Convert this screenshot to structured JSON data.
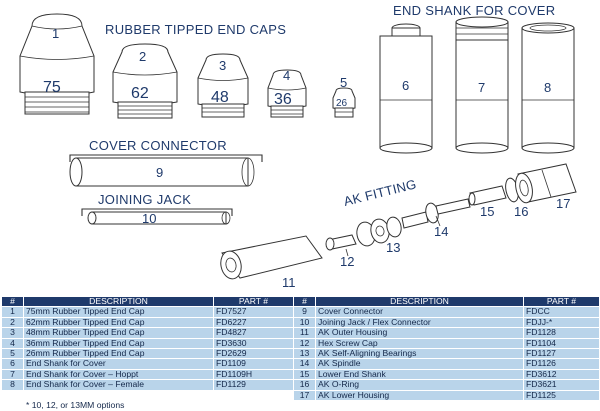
{
  "diagram": {
    "sections": {
      "end_caps": "RUBBER TIPPED END CAPS",
      "end_shank": "END SHANK FOR COVER",
      "cover_connector": "COVER CONNECTOR",
      "joining_jack": "JOINING JACK",
      "ak_fitting": "AK FITTING"
    },
    "callouts": {
      "p1": "1",
      "p2": "2",
      "p3": "3",
      "p4": "4",
      "p5": "5",
      "p6": "6",
      "p7": "7",
      "p8": "8",
      "p9": "9",
      "p10": "10",
      "p11": "11",
      "p12": "12",
      "p13": "13",
      "p14": "14",
      "p15": "15",
      "p16": "16",
      "p17": "17"
    },
    "cap_sizes": {
      "c75": "75",
      "c62": "62",
      "c48": "48",
      "c36": "36",
      "c26": "26"
    }
  },
  "table": {
    "headers": {
      "num": "#",
      "description": "DESCRIPTION",
      "part": "PART #"
    },
    "left_rows": [
      {
        "num": "1",
        "description": "75mm Rubber Tipped End Cap",
        "part": "FD7527"
      },
      {
        "num": "2",
        "description": "62mm Rubber Tipped End Cap",
        "part": "FD6227"
      },
      {
        "num": "3",
        "description": "48mm Rubber Tipped End Cap",
        "part": "FD4827"
      },
      {
        "num": "4",
        "description": "36mm Rubber Tipped End Cap",
        "part": "FD3630"
      },
      {
        "num": "5",
        "description": "26mm Rubber Tipped End Cap",
        "part": "FD2629"
      },
      {
        "num": "6",
        "description": "End Shank for Cover",
        "part": "FD1109"
      },
      {
        "num": "7",
        "description": "End Shank for Cover – Hoppt",
        "part": "FD1109H"
      },
      {
        "num": "8",
        "description": "End Shank for Cover – Female",
        "part": "FD1129"
      }
    ],
    "right_rows": [
      {
        "num": "9",
        "description": "Cover Connector",
        "part": "FDCC"
      },
      {
        "num": "10",
        "description": "Joining Jack / Flex Connector",
        "part": "FDJJ-*"
      },
      {
        "num": "11",
        "description": "AK Outer Housing",
        "part": "FD1128"
      },
      {
        "num": "12",
        "description": "Hex Screw Cap",
        "part": "FD1104"
      },
      {
        "num": "13",
        "description": "AK Self-Aligning Bearings",
        "part": "FD1127"
      },
      {
        "num": "14",
        "description": "AK Spindle",
        "part": "FD1126"
      },
      {
        "num": "15",
        "description": "Lower End Shank",
        "part": "FD3612"
      },
      {
        "num": "16",
        "description": "AK O-Ring",
        "part": "FD3621"
      },
      {
        "num": "17",
        "description": "AK Lower Housing",
        "part": "FD1125"
      }
    ],
    "footnote": "* 10, 12, or 13MM options"
  }
}
